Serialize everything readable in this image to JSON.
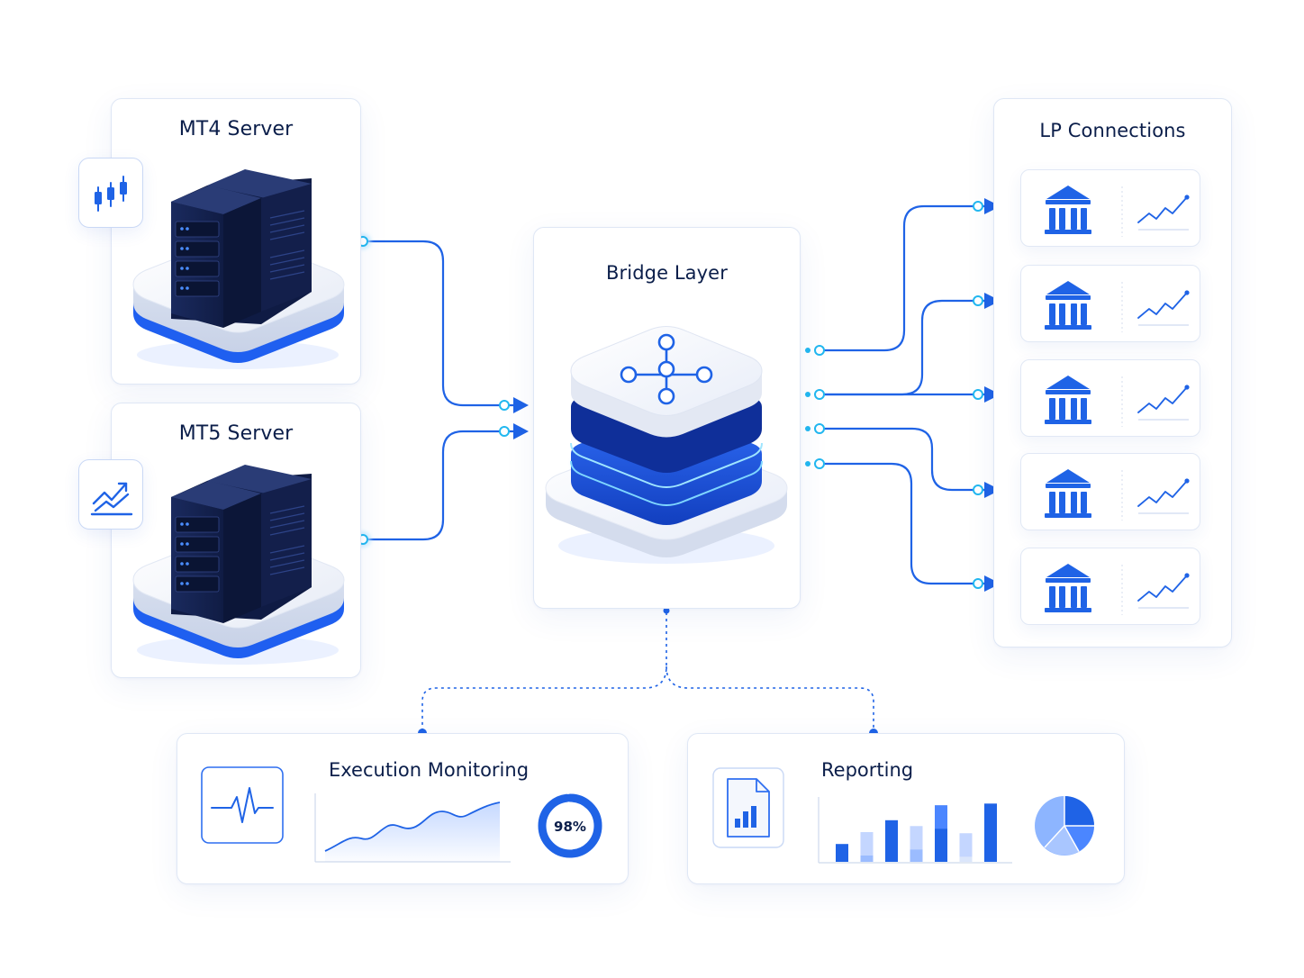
{
  "servers": [
    {
      "title": "MT4 Server",
      "side_icon": "candlestick-icon"
    },
    {
      "title": "MT5 Server",
      "side_icon": "trend-chart-icon"
    }
  ],
  "bridge": {
    "title": "Bridge Layer",
    "icon": "network-hub-icon"
  },
  "lp": {
    "title": "LP Connections",
    "rows": [
      {
        "icon": "bank-icon",
        "sparkline": "trend-up-icon"
      },
      {
        "icon": "bank-icon",
        "sparkline": "trend-up-icon"
      },
      {
        "icon": "bank-icon",
        "sparkline": "trend-up-icon"
      },
      {
        "icon": "bank-icon",
        "sparkline": "trend-up-icon"
      },
      {
        "icon": "bank-icon",
        "sparkline": "trend-up-icon"
      }
    ]
  },
  "monitoring": {
    "title": "Execution Monitoring",
    "icon": "heartbeat-icon",
    "percent": "98%",
    "percent_value": 98
  },
  "reporting": {
    "title": "Reporting",
    "icon": "report-document-icon",
    "bar_levels": [
      0.3,
      0.5,
      0.7,
      0.6,
      0.95,
      0.48,
      0.98
    ],
    "pie_icon": "pie-chart-icon"
  },
  "colors": {
    "accent": "#1f63e6",
    "dark": "#0b1e4a",
    "server": "#172454",
    "border": "#dfe7f5"
  }
}
